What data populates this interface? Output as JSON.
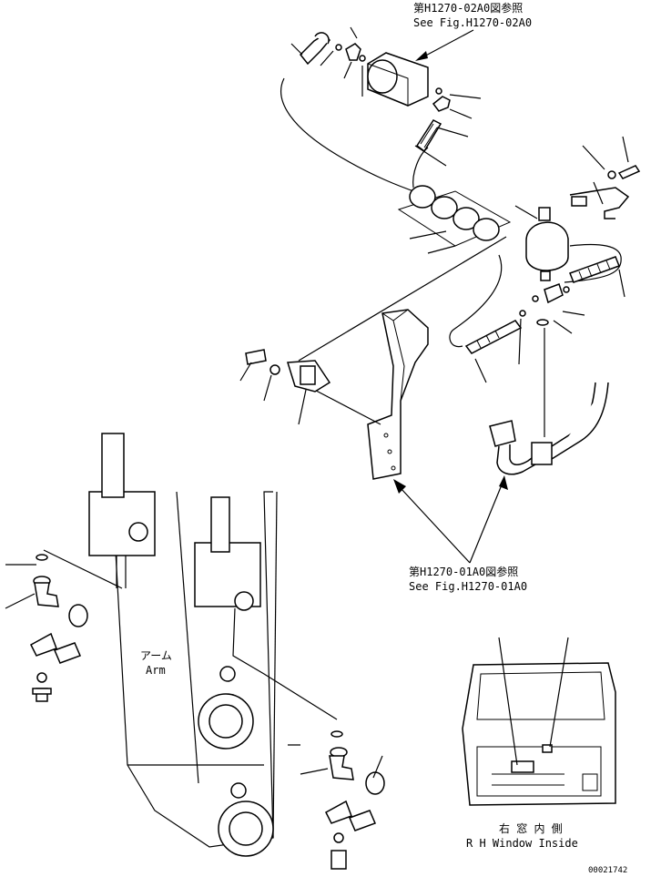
{
  "references": {
    "top": {
      "jp": "第H1270-02A0図参照",
      "en": "See Fig.H1270-02A0"
    },
    "mid": {
      "jp": "第H1270-01A0図参照",
      "en": "See Fig.H1270-01A0"
    }
  },
  "arm_label": {
    "jp": "アーム",
    "en": "Arm"
  },
  "inset_caption": {
    "jp": "右 窓 内 側",
    "en": "R H  Window Inside"
  },
  "drawing_number": "00021742"
}
